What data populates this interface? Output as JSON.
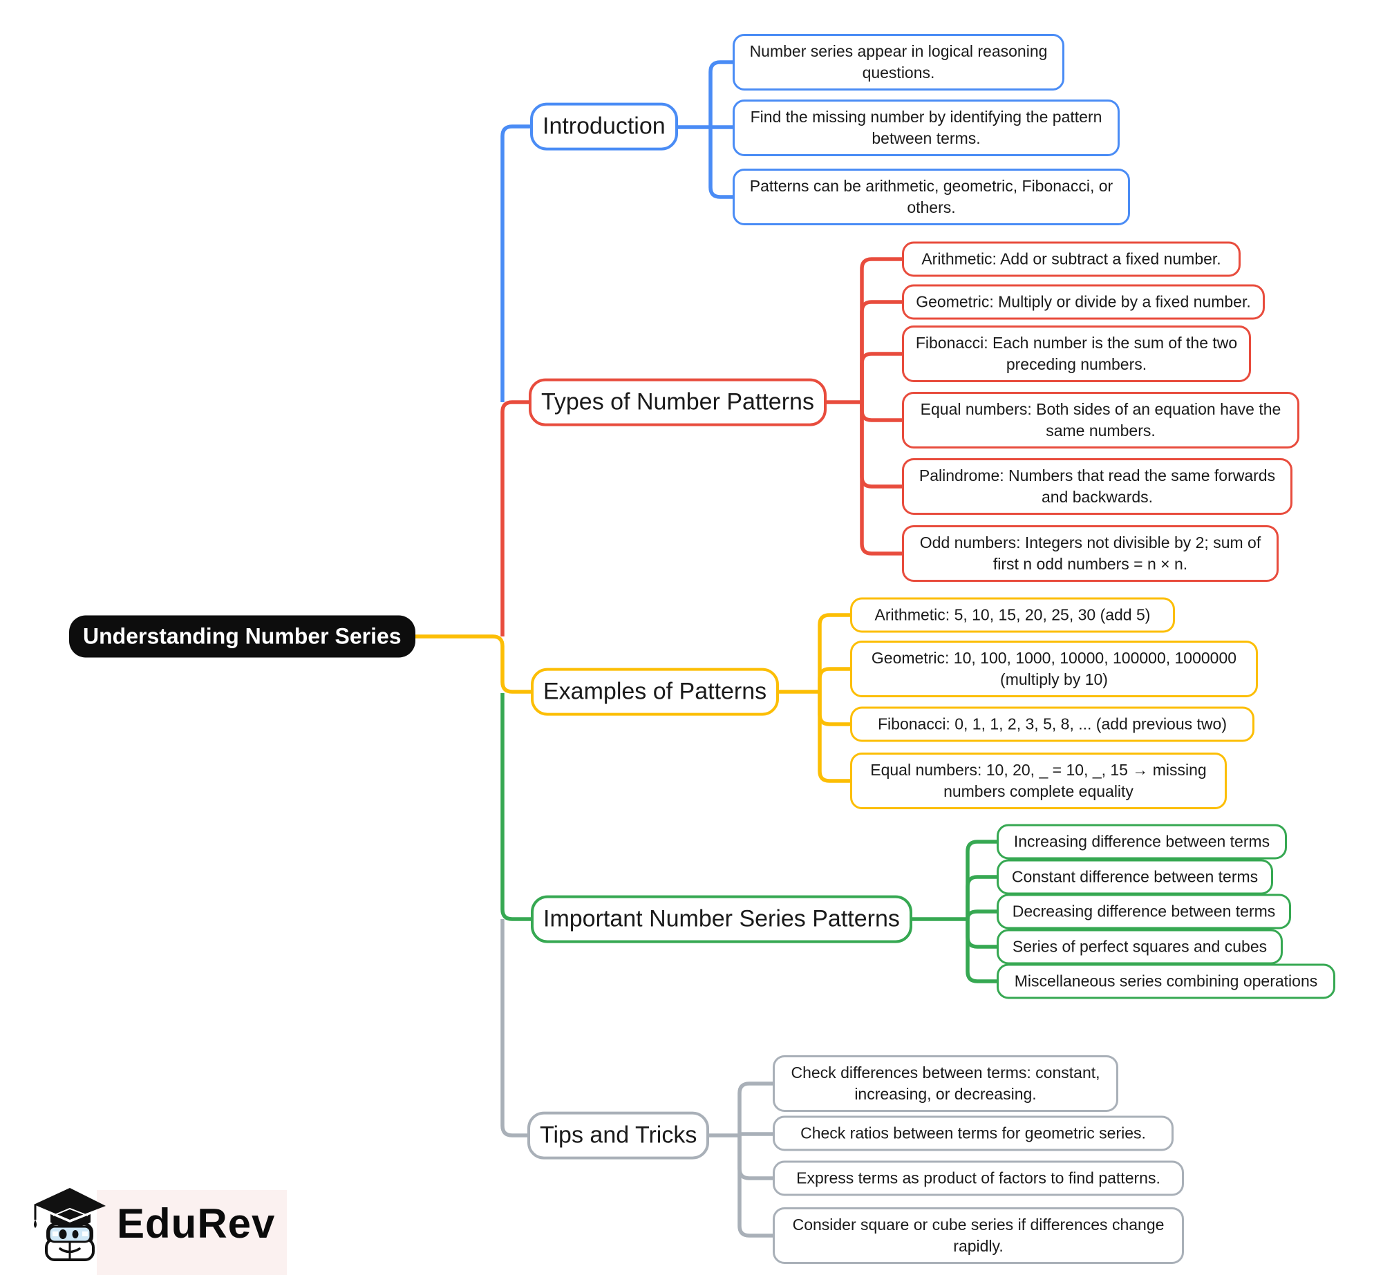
{
  "root": {
    "label": "Understanding Number Series"
  },
  "branches": [
    {
      "label": "Introduction",
      "color": "#4a8cf5",
      "children": [
        {
          "text": "Number series appear in logical reasoning questions."
        },
        {
          "text": "Find the missing number by identifying the pattern between terms."
        },
        {
          "text": "Patterns can be arithmetic, geometric, Fibonacci, or others."
        }
      ]
    },
    {
      "label": "Types of Number Patterns",
      "color": "#e84c3d",
      "children": [
        {
          "text": "Arithmetic: Add or subtract a fixed number."
        },
        {
          "text": "Geometric: Multiply or divide by a fixed number."
        },
        {
          "text": "Fibonacci: Each number is the sum of the two preceding numbers."
        },
        {
          "text": "Equal numbers: Both sides of an equation have the same numbers."
        },
        {
          "text": "Palindrome: Numbers that read the same forwards and backwards."
        },
        {
          "text": "Odd numbers: Integers not divisible by 2; sum of first n odd numbers = n × n."
        }
      ]
    },
    {
      "label": "Examples of Patterns",
      "color": "#fcbe05",
      "children": [
        {
          "text": "Arithmetic: 5, 10, 15, 20, 25, 30 (add 5)"
        },
        {
          "text": "Geometric: 10, 100, 1000, 10000, 100000, 1000000 (multiply by 10)"
        },
        {
          "text": "Fibonacci: 0, 1, 1, 2, 3, 5, 8, ... (add previous two)"
        },
        {
          "text": "Equal numbers: 10, 20, _ = 10, _, 15 → missing numbers complete equality"
        }
      ]
    },
    {
      "label": "Important Number Series Patterns",
      "color": "#36a852",
      "children": [
        {
          "text": "Increasing difference between terms"
        },
        {
          "text": "Constant difference between terms"
        },
        {
          "text": "Decreasing difference between terms"
        },
        {
          "text": "Series of perfect squares and cubes"
        },
        {
          "text": "Miscellaneous series combining operations"
        }
      ]
    },
    {
      "label": "Tips and Tricks",
      "color": "#a9b0b8",
      "children": [
        {
          "text": "Check differences between terms: constant, increasing, or decreasing."
        },
        {
          "text": "Check ratios between terms for geometric series."
        },
        {
          "text": "Express terms as product of factors to find patterns."
        },
        {
          "text": "Consider square or cube series if differences change rapidly."
        }
      ]
    }
  ],
  "logo": {
    "brand": "EduRev"
  },
  "colors": {
    "root_bg": "#0d0d0d",
    "root_text": "#ffffff",
    "text": "#1a1a1a",
    "canvas": "#ffffff"
  }
}
